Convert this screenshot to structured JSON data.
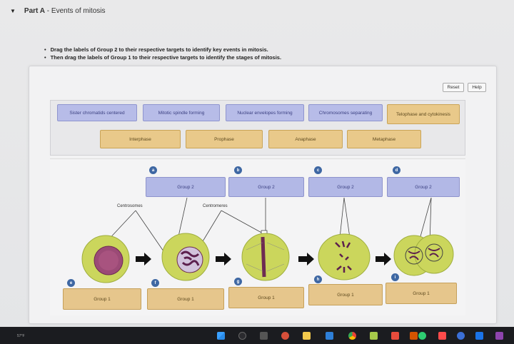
{
  "part": {
    "prefix": "Part A",
    "title": " - Events of mitosis"
  },
  "instructions": [
    "Drag the labels of Group 2 to their respective targets to identify key events in mitosis.",
    "Then drag the labels of Group 1 to their respective targets to identify the stages of mitosis."
  ],
  "toolbar": {
    "reset": "Reset",
    "help": "Help"
  },
  "group2_labels": [
    "Sister chromatids centered",
    "Mitotic spindle forming",
    "Nuclear envelopes forming",
    "Chromosomes separating",
    "Telophase and cytokinesis"
  ],
  "group1_labels": [
    "Interphase",
    "Prophase",
    "Anaphase",
    "Metaphase"
  ],
  "markers": {
    "a": "a",
    "b": "b",
    "c": "c",
    "d": "d",
    "e": "e",
    "f": "f",
    "g": "g",
    "h": "h",
    "i": "i"
  },
  "group2_targets": [
    "Group 2",
    "Group 2",
    "Group 2",
    "Group 2"
  ],
  "group1_targets": [
    "Group 1",
    "Group 1",
    "Group 1",
    "Group 1",
    "Group 1"
  ],
  "captions": {
    "centrosomes": "Centrosomes",
    "centromeres": "Centromeres"
  },
  "taskbar": {
    "weather": "57°F"
  },
  "colors": {
    "group2": "#b7bce8",
    "group1": "#e9c98a",
    "marker": "#3e67a3",
    "cell": "#c8d45a"
  }
}
